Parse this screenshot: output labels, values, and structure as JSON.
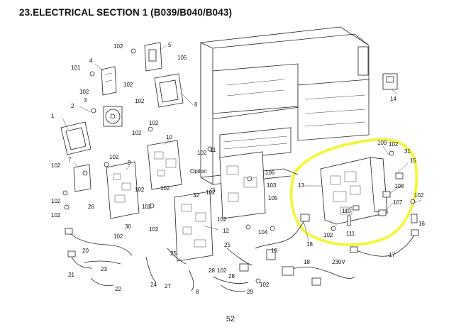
{
  "page": {
    "title": "23.ELECTRICAL SECTION 1 (B039/B040/B043)",
    "page_number": "52"
  },
  "diagram": {
    "highlight_color": "#f5f542",
    "callouts": [
      {
        "id": "c1",
        "text": "1"
      },
      {
        "id": "c2",
        "text": "2"
      },
      {
        "id": "c3",
        "text": "3"
      },
      {
        "id": "c4",
        "text": "4"
      },
      {
        "id": "c5",
        "text": "5"
      },
      {
        "id": "c6",
        "text": "6"
      },
      {
        "id": "c7",
        "text": "7"
      },
      {
        "id": "c8",
        "text": "8"
      },
      {
        "id": "c9",
        "text": "9"
      },
      {
        "id": "c10",
        "text": "10"
      },
      {
        "id": "c11",
        "text": "11"
      },
      {
        "id": "c12",
        "text": "12"
      },
      {
        "id": "c13",
        "text": "13"
      },
      {
        "id": "c14",
        "text": "14"
      },
      {
        "id": "c15",
        "text": "15"
      },
      {
        "id": "c16",
        "text": "16"
      },
      {
        "id": "c17",
        "text": "17"
      },
      {
        "id": "c18a",
        "text": "18"
      },
      {
        "id": "c18b",
        "text": "18"
      },
      {
        "id": "c19",
        "text": "19"
      },
      {
        "id": "c20",
        "text": "20"
      },
      {
        "id": "c21",
        "text": "21"
      },
      {
        "id": "c22",
        "text": "22"
      },
      {
        "id": "c23",
        "text": "23"
      },
      {
        "id": "c24",
        "text": "24"
      },
      {
        "id": "c25a",
        "text": "25"
      },
      {
        "id": "c25b",
        "text": "25"
      },
      {
        "id": "c26",
        "text": "26"
      },
      {
        "id": "c27",
        "text": "27"
      },
      {
        "id": "c28a",
        "text": "28"
      },
      {
        "id": "c28b",
        "text": "28"
      },
      {
        "id": "c29",
        "text": "29"
      },
      {
        "id": "c30",
        "text": "30"
      },
      {
        "id": "c31",
        "text": "31"
      },
      {
        "id": "c32",
        "text": "32"
      },
      {
        "id": "c101",
        "text": "101"
      },
      {
        "id": "c102a",
        "text": "102"
      },
      {
        "id": "c102b",
        "text": "102"
      },
      {
        "id": "c102c",
        "text": "102"
      },
      {
        "id": "c102d",
        "text": "102"
      },
      {
        "id": "c102e",
        "text": "102"
      },
      {
        "id": "c102f",
        "text": "102"
      },
      {
        "id": "c102g",
        "text": "102"
      },
      {
        "id": "c102h",
        "text": "102"
      },
      {
        "id": "c102i",
        "text": "102"
      },
      {
        "id": "c102j",
        "text": "102"
      },
      {
        "id": "c102k",
        "text": "102"
      },
      {
        "id": "c102l",
        "text": "102"
      },
      {
        "id": "c102m",
        "text": "102"
      },
      {
        "id": "c102n",
        "text": "102"
      },
      {
        "id": "c102o",
        "text": "102"
      },
      {
        "id": "c102p",
        "text": "102"
      },
      {
        "id": "c102q",
        "text": "102"
      },
      {
        "id": "c102r",
        "text": "102"
      },
      {
        "id": "c102s",
        "text": "102"
      },
      {
        "id": "c102t",
        "text": "102"
      },
      {
        "id": "c102u",
        "text": "102"
      },
      {
        "id": "c102v",
        "text": "102"
      },
      {
        "id": "c102w",
        "text": "102"
      },
      {
        "id": "c103",
        "text": "103"
      },
      {
        "id": "c104",
        "text": "104"
      },
      {
        "id": "c105a",
        "text": "105"
      },
      {
        "id": "c105b",
        "text": "105"
      },
      {
        "id": "c106",
        "text": "106"
      },
      {
        "id": "c107",
        "text": "107"
      },
      {
        "id": "c108",
        "text": "108"
      },
      {
        "id": "c109",
        "text": "109"
      },
      {
        "id": "c110",
        "text": "110"
      },
      {
        "id": "c111",
        "text": "111"
      },
      {
        "id": "option",
        "text": "Option"
      },
      {
        "id": "v230",
        "text": "230V"
      }
    ]
  }
}
